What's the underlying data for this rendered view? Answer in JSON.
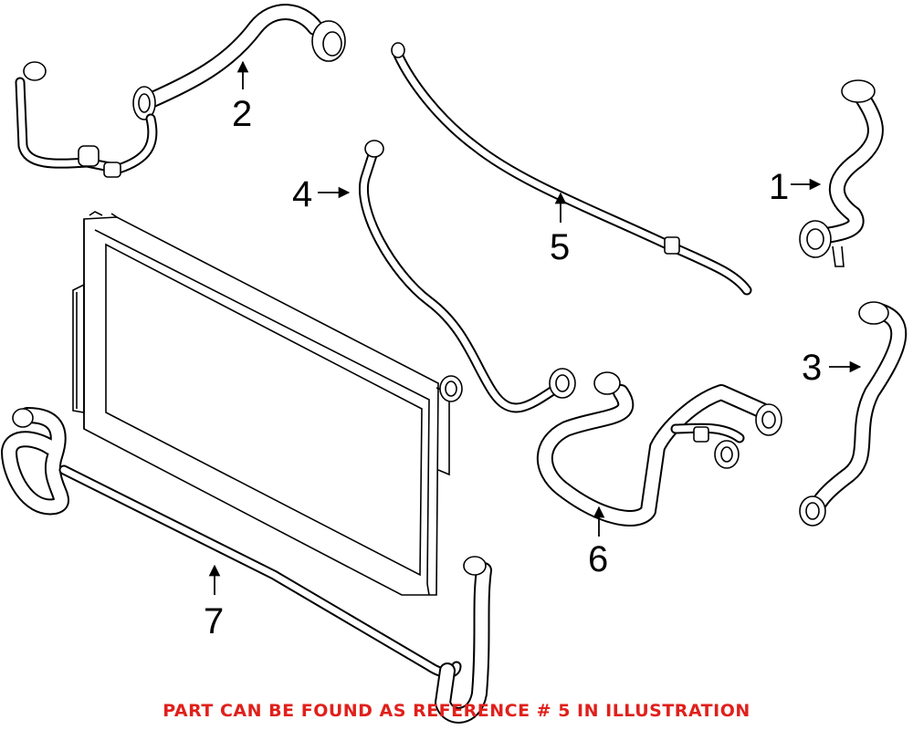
{
  "callouts": {
    "c1": "1",
    "c2": "2",
    "c3": "3",
    "c4": "4",
    "c5": "5",
    "c6": "6",
    "c7": "7"
  },
  "footer": {
    "note": "PART CAN BE FOUND AS REFERENCE # 5 IN ILLUSTRATION",
    "color": "#e0201b"
  }
}
